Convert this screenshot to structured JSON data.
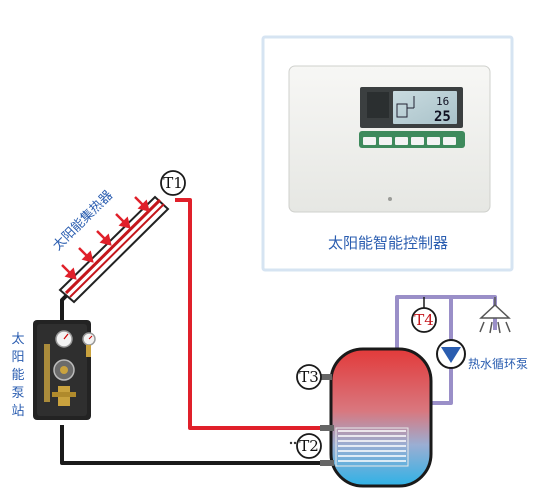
{
  "colors": {
    "hot_pipe": "#e0202a",
    "cold_pipe": "#1a1a1a",
    "recirc_pipe": "#9a8fc8",
    "label_blue": "#2a5db0",
    "panel_border": "#d6e4f2",
    "tank_top": "#e23a3a",
    "tank_bottom": "#2fb2e6",
    "arrow_red": "#e0202a",
    "collector_red": "#c4161c"
  },
  "labels": {
    "collector": "太阳能集热器",
    "controller": "太阳能智能控制器",
    "pump_station": [
      "太",
      "阳",
      "能",
      "泵",
      "站"
    ],
    "circ_pump": "热水循环泵"
  },
  "sensors": {
    "t1": "T1",
    "t2": "T2",
    "t3": "T3",
    "t4": "T4"
  },
  "controller_display": {
    "temp_small": "16",
    "temp_large": "25"
  },
  "icons": {
    "shower": "shower-head-icon",
    "pump": "circulation-pump-icon",
    "heating_coil": "heating-coil-icon"
  }
}
